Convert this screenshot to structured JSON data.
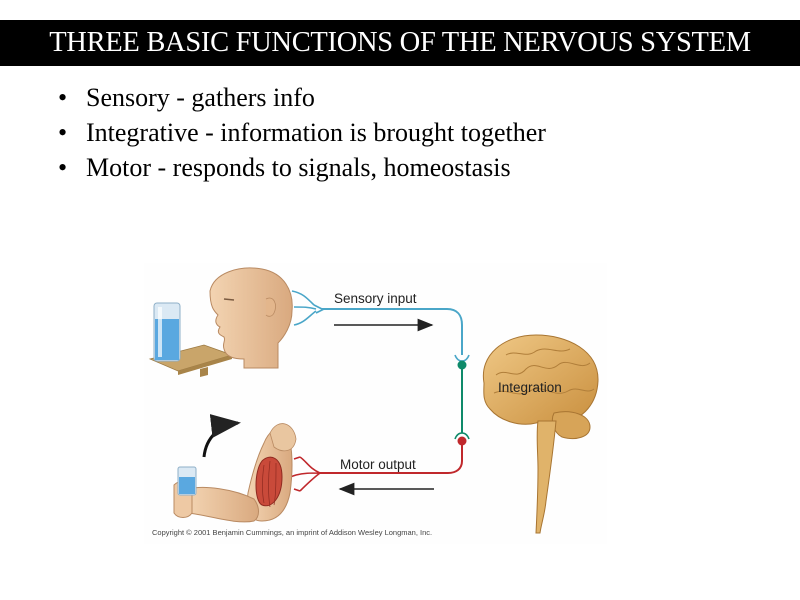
{
  "slide": {
    "title": "THREE BASIC FUNCTIONS OF THE NERVOUS SYSTEM",
    "bullets": [
      {
        "marker": "•",
        "text": "Sensory - gathers info"
      },
      {
        "marker": "•",
        "text": "Integrative - information is brought together"
      },
      {
        "marker": "•",
        "text": "Motor - responds to signals, homeostasis"
      }
    ]
  },
  "figure": {
    "labels": {
      "sensory": "Sensory input",
      "integration": "Integration",
      "motor": "Motor output"
    },
    "credit": "Copyright © 2001 Benjamin Cummings, an imprint of Addison Wesley Longman, Inc.",
    "colors": {
      "sensory_nerve": "#4aa6c8",
      "motor_nerve": "#c0282c",
      "connector_dot": "#0e8a6a",
      "brain": "#e2b56c",
      "skin": "#eec9a4",
      "water": "#5aa8e0",
      "shelf": "#c9a56a"
    }
  }
}
